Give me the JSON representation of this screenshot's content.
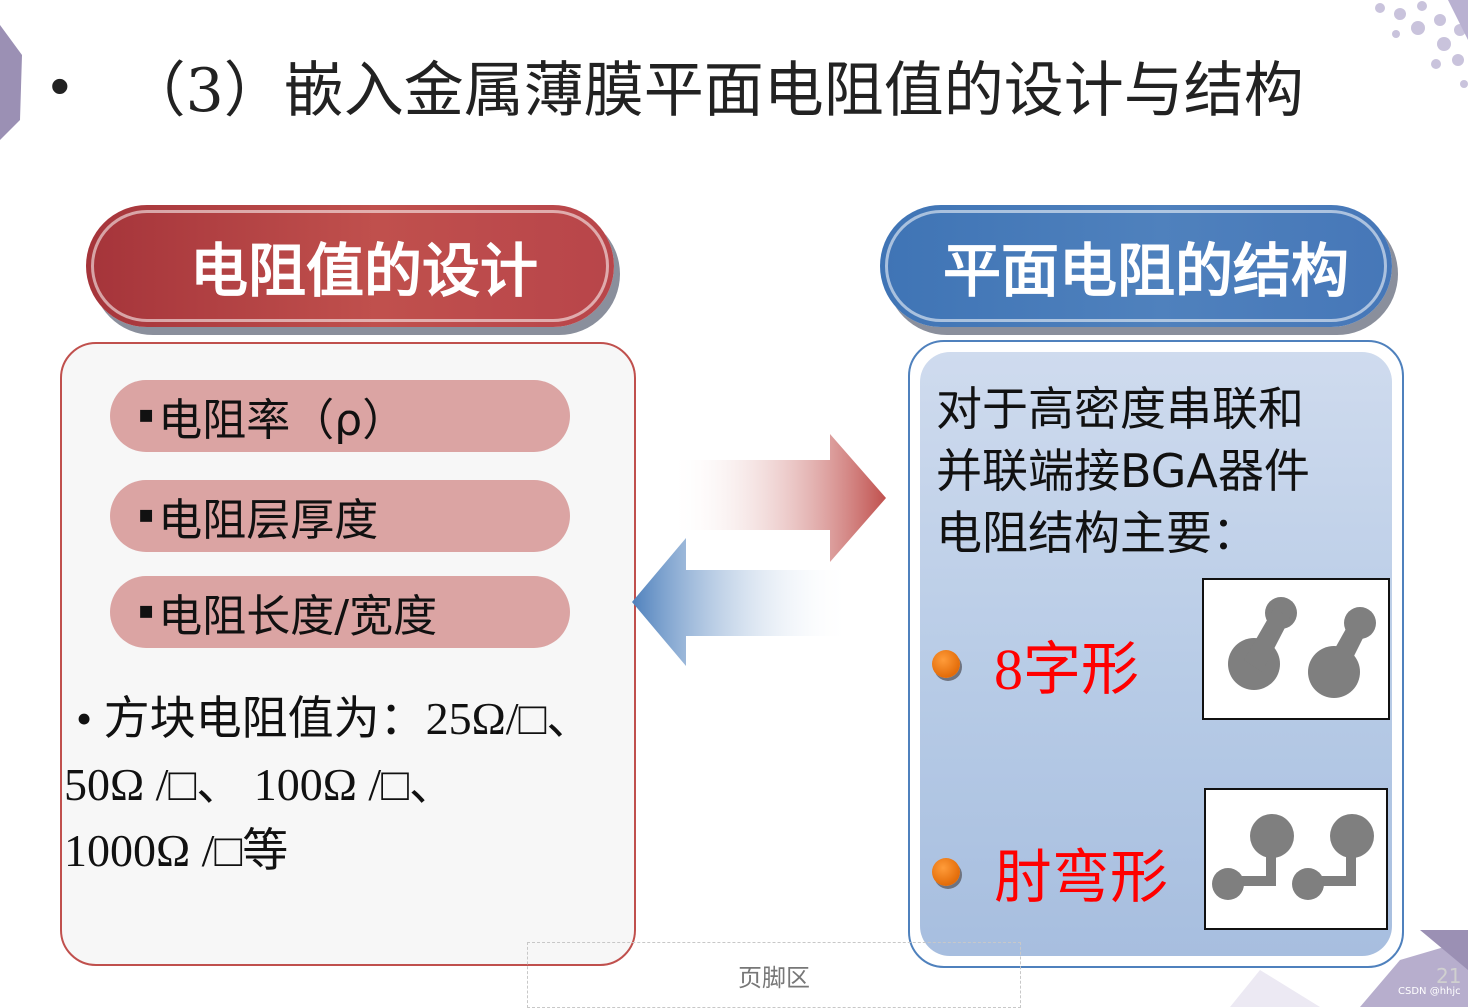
{
  "title": {
    "bullet": "•",
    "text": "（3）嵌入金属薄膜平面电阻值的设计与结构"
  },
  "left": {
    "header": "电阻值的设计",
    "items": [
      {
        "marker": "▪",
        "label": "电阻率（ρ）"
      },
      {
        "marker": "▪",
        "label": "电阻层厚度"
      },
      {
        "marker": "▪",
        "label": "电阻长度/宽度"
      }
    ],
    "unit_lines": [
      "• 方块电阻值为：25Ω/□、",
      "50Ω /□、 100Ω /□、",
      "1000Ω /□等"
    ]
  },
  "right": {
    "header": "平面电阻的结构",
    "description": [
      "对于高密度串联和",
      "并联端接BGA器件",
      "电阻结构主要："
    ],
    "shapes": [
      {
        "label": "8字形",
        "icon": "figure-eight-resistor-icon"
      },
      {
        "label": "肘弯形",
        "icon": "elbow-resistor-icon"
      }
    ]
  },
  "footer": {
    "text": "页脚区",
    "page_number": "21",
    "watermark": "CSDN @hhjc"
  },
  "colors": {
    "left_accent": "#c0504d",
    "right_accent": "#4f81bd",
    "item_fill": "#dba4a3",
    "shape_label": "#ff0000",
    "dot": "#e36c09"
  }
}
